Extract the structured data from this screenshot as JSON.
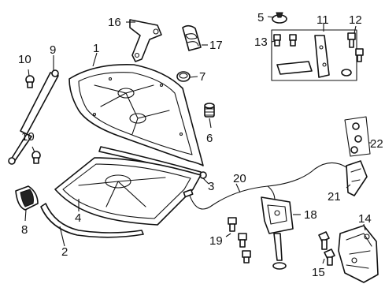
{
  "diagram": {
    "callouts": {
      "c1": "1",
      "c2": "2",
      "c3": "3",
      "c4": "4",
      "c5": "5",
      "c6": "6",
      "c7": "7",
      "c8": "8",
      "c9": "9",
      "c10a": "10",
      "c10b": "10",
      "c11": "11",
      "c12": "12",
      "c13": "13",
      "c14": "14",
      "c15": "15",
      "c16": "16",
      "c17": "17",
      "c18": "18",
      "c19": "19",
      "c20": "20",
      "c21": "21",
      "c22": "22"
    }
  }
}
